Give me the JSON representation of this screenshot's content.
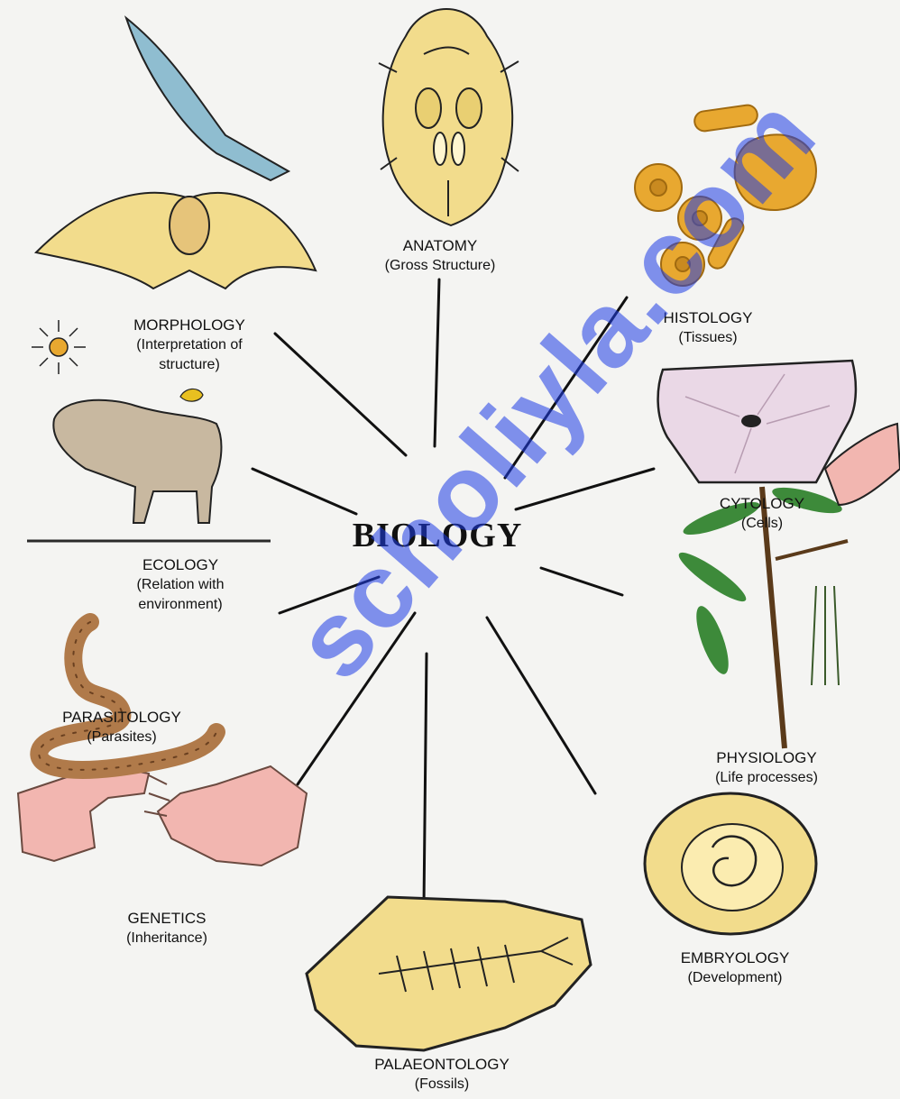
{
  "center": {
    "title": "BIOLOGY"
  },
  "branches": {
    "anatomy": {
      "name": "ANATOMY",
      "desc": "(Gross Structure)"
    },
    "histology": {
      "name": "HISTOLOGY",
      "desc": "(Tissues)"
    },
    "cytology": {
      "name": "CYTOLOGY",
      "desc": "(Cells)"
    },
    "physiology": {
      "name": "PHYSIOLOGY",
      "desc": "(Life processes)"
    },
    "embryology": {
      "name": "EMBRYOLOGY",
      "desc": "(Development)"
    },
    "palaeontology": {
      "name": "PALAEONTOLOGY",
      "desc": "(Fossils)"
    },
    "genetics": {
      "name": "GENETICS",
      "desc": "(Inheritance)"
    },
    "parasitology": {
      "name": "PARASITOLOGY",
      "desc": "(Parasites)"
    },
    "ecology": {
      "name": "ECOLOGY",
      "desc_line1": "(Relation with",
      "desc_line2": "environment)"
    },
    "morphology": {
      "name": "MORPHOLOGY",
      "desc_line1": "(Interpretation of",
      "desc_line2": "structure)"
    }
  },
  "watermark": {
    "text": "scholiyla.com"
  },
  "colors": {
    "illustration_yellow": "#f2dc8c",
    "cell_orange": "#e8a830",
    "cytology_pink": "#ead8e6",
    "skin_pink": "#f2b6b0",
    "bird_blue": "#8fbdd0",
    "worm_brown": "#b07a4a",
    "leaf_green": "#3d8a3a",
    "watermark_blue": "#1e3ce6"
  }
}
